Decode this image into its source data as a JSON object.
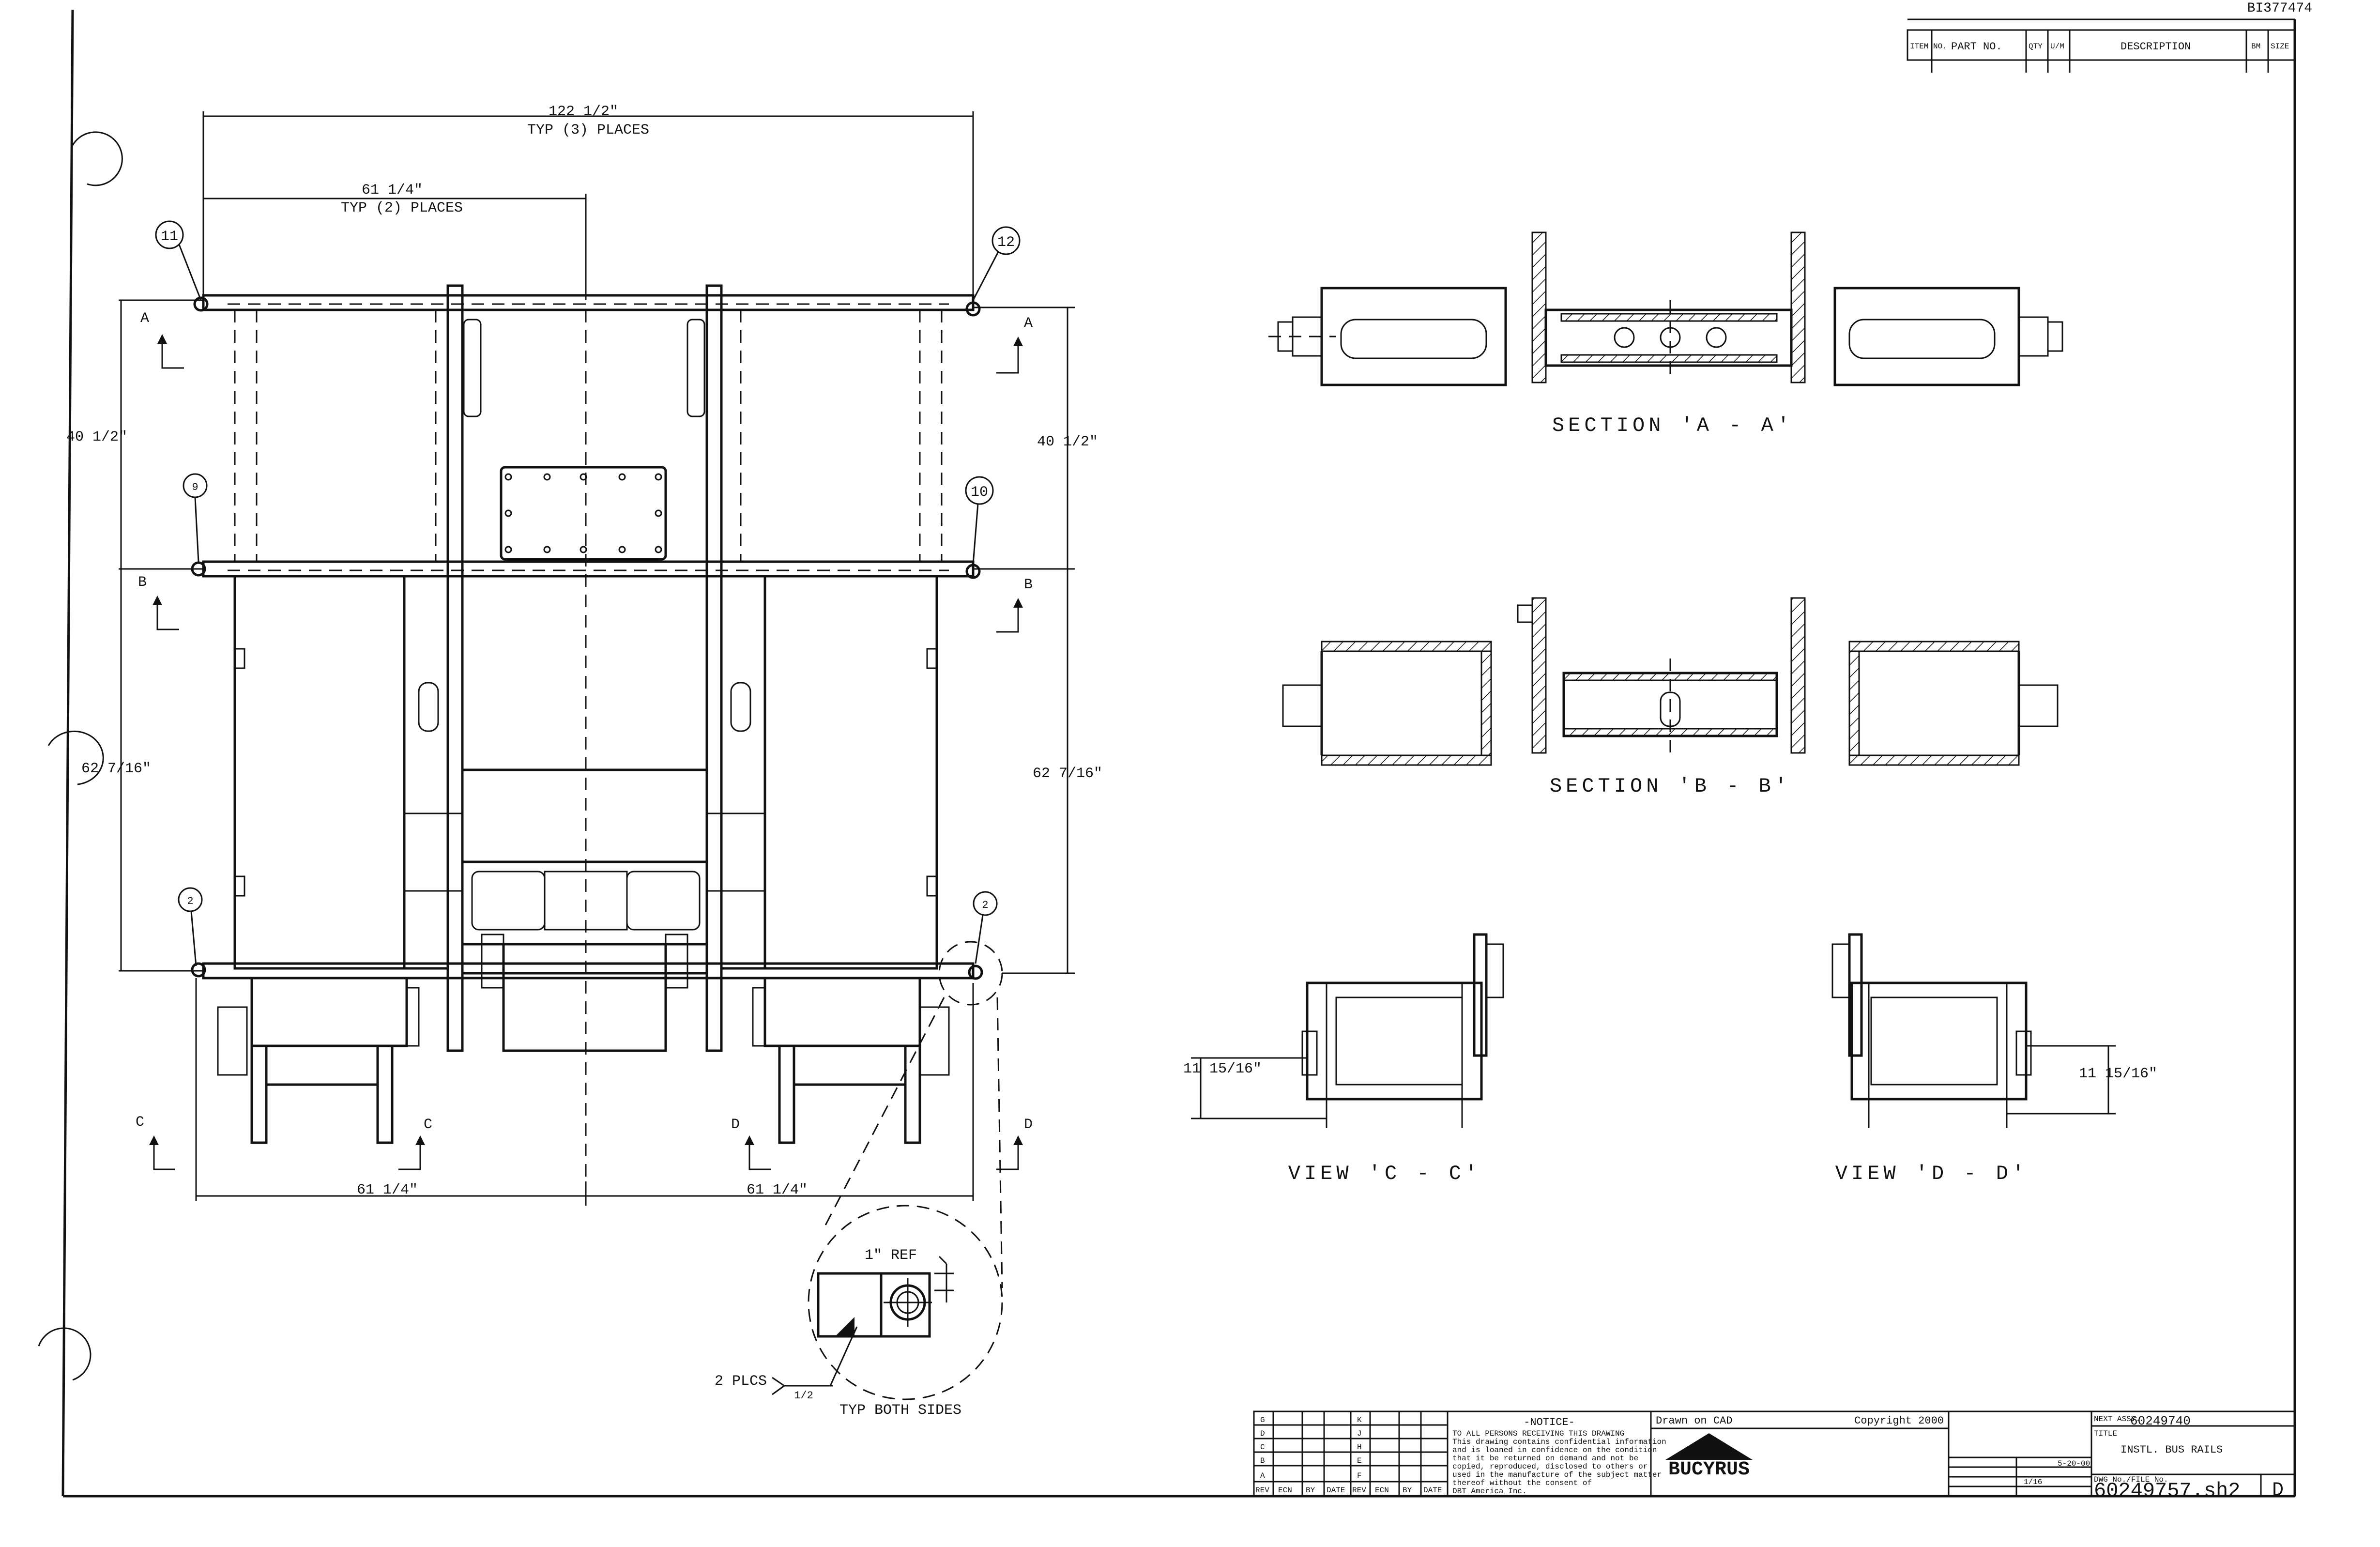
{
  "drawing": {
    "doc_ref": "BI377474",
    "dims": {
      "overall_width": "122 1/2\"",
      "overall_width_note": "TYP (3) PLACES",
      "half_width": "61 1/4\"",
      "half_width_note": "TYP (2) PLACES",
      "upper_height_left": "40 1/2\"",
      "upper_height_right": "40 1/2\"",
      "lower_height_left": "62 7/16\"",
      "lower_height_right": "62 7/16\"",
      "bottom_left": "61 1/4\"",
      "bottom_right": "61 1/4\"",
      "view_c_height": "11 15/16\"",
      "view_d_height": "11 15/16\""
    },
    "balloons": [
      "11",
      "12",
      "9",
      "10",
      "2",
      "2"
    ],
    "section_markers": [
      "A",
      "A",
      "B",
      "B",
      "C",
      "C",
      "D",
      "D"
    ],
    "views": {
      "section_a": "SECTION 'A - A'",
      "section_b": "SECTION 'B - B'",
      "view_c": "VIEW 'C - C'",
      "view_d": "VIEW 'D - D'"
    },
    "detail": {
      "ref": "1\" REF",
      "plcs": "2 PLCS",
      "weld": "1/2",
      "note": "TYP BOTH SIDES"
    }
  },
  "parts_list": {
    "headers": [
      "ITEM NO.",
      "PART NO.",
      "QTY",
      "U/M",
      "DESCRIPTION",
      "BM",
      "SIZE"
    ]
  },
  "title_block": {
    "rev_letters": [
      "G",
      "D",
      "C",
      "B",
      "A"
    ],
    "rev_letters_right": [
      "K",
      "J",
      "H",
      "E",
      "F"
    ],
    "rev_headers": [
      "REV",
      "ECN",
      "BY",
      "DATE",
      "REV",
      "ECN",
      "BY",
      "DATE"
    ],
    "notice_title": "-NOTICE-",
    "notice_lines": [
      "TO ALL PERSONS RECEIVING THIS DRAWING",
      "This drawing contains confidential information",
      "and is loaned in confidence on the condition",
      "that it be returned on demand and not be",
      "copied, reproduced, disclosed to others or",
      "used in the manufacture of the subject matter",
      "thereof without the consent of",
      "DBT America Inc."
    ],
    "drawn_on": "Drawn on CAD",
    "copyright": "Copyright 2000",
    "company": "BUCYRUS",
    "assy_label": "NEXT ASSY.",
    "assy_no": "60249740",
    "title_label": "TITLE",
    "title": "INSTL. BUS RAILS",
    "date": "5-20-00",
    "scale": "1/16",
    "dwg_label": "DWG No./FILE No.",
    "dwg_no": "60249757.sh2",
    "size": "D"
  }
}
